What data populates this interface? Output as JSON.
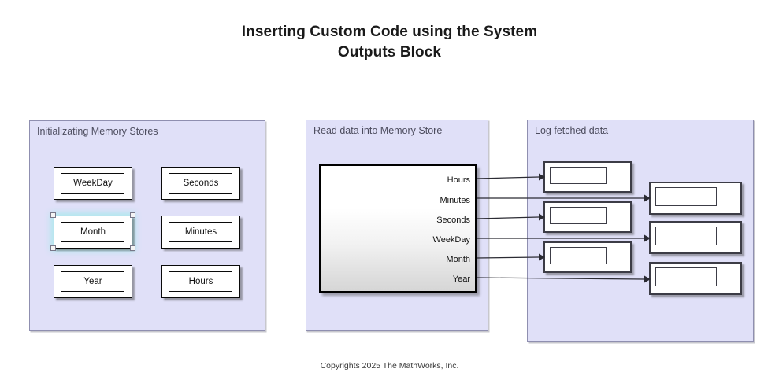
{
  "title": {
    "line1": "Inserting Custom Code using the System",
    "line2": "Outputs Block"
  },
  "footer": {
    "copyright": "Copyrights 2025 The MathWorks, Inc."
  },
  "colors": {
    "panel_fill": "#e0e0f8",
    "panel_border": "#8f8fb0",
    "panel_label_text": "#4c4c5e",
    "block_border": "#0a0a0a",
    "block_fill": "#ffffff",
    "scope_border": "#3c3c46",
    "signal_line": "#2b2b33",
    "selection_halo": "#afe8ee",
    "canvas": "#ffffff"
  },
  "panels": {
    "init": {
      "label": "Initializating Memory Stores",
      "blocks": [
        {
          "label": "WeekDay",
          "selected": false
        },
        {
          "label": "Seconds",
          "selected": false
        },
        {
          "label": "Month",
          "selected": true
        },
        {
          "label": "Minutes",
          "selected": false
        },
        {
          "label": "Year",
          "selected": false
        },
        {
          "label": "Hours",
          "selected": false
        }
      ]
    },
    "read": {
      "label": "Read data into Memory Store",
      "system_block": {
        "ports": [
          {
            "label": "Hours"
          },
          {
            "label": "Minutes"
          },
          {
            "label": "Seconds"
          },
          {
            "label": "WeekDay"
          },
          {
            "label": "Month"
          },
          {
            "label": "Year"
          }
        ]
      }
    },
    "log": {
      "label": "Log fetched data",
      "scopes": [
        {
          "column": "left",
          "source": "Hours"
        },
        {
          "column": "left",
          "source": "Seconds"
        },
        {
          "column": "left",
          "source": "Month"
        },
        {
          "column": "right",
          "source": "Minutes"
        },
        {
          "column": "right",
          "source": "WeekDay"
        },
        {
          "column": "right",
          "source": "Year"
        }
      ]
    }
  },
  "signals": [
    {
      "from": "Hours",
      "to": "scope-left-1"
    },
    {
      "from": "Minutes",
      "to": "scope-right-1"
    },
    {
      "from": "Seconds",
      "to": "scope-left-2"
    },
    {
      "from": "WeekDay",
      "to": "scope-right-2"
    },
    {
      "from": "Month",
      "to": "scope-left-3"
    },
    {
      "from": "Year",
      "to": "scope-right-3"
    }
  ]
}
